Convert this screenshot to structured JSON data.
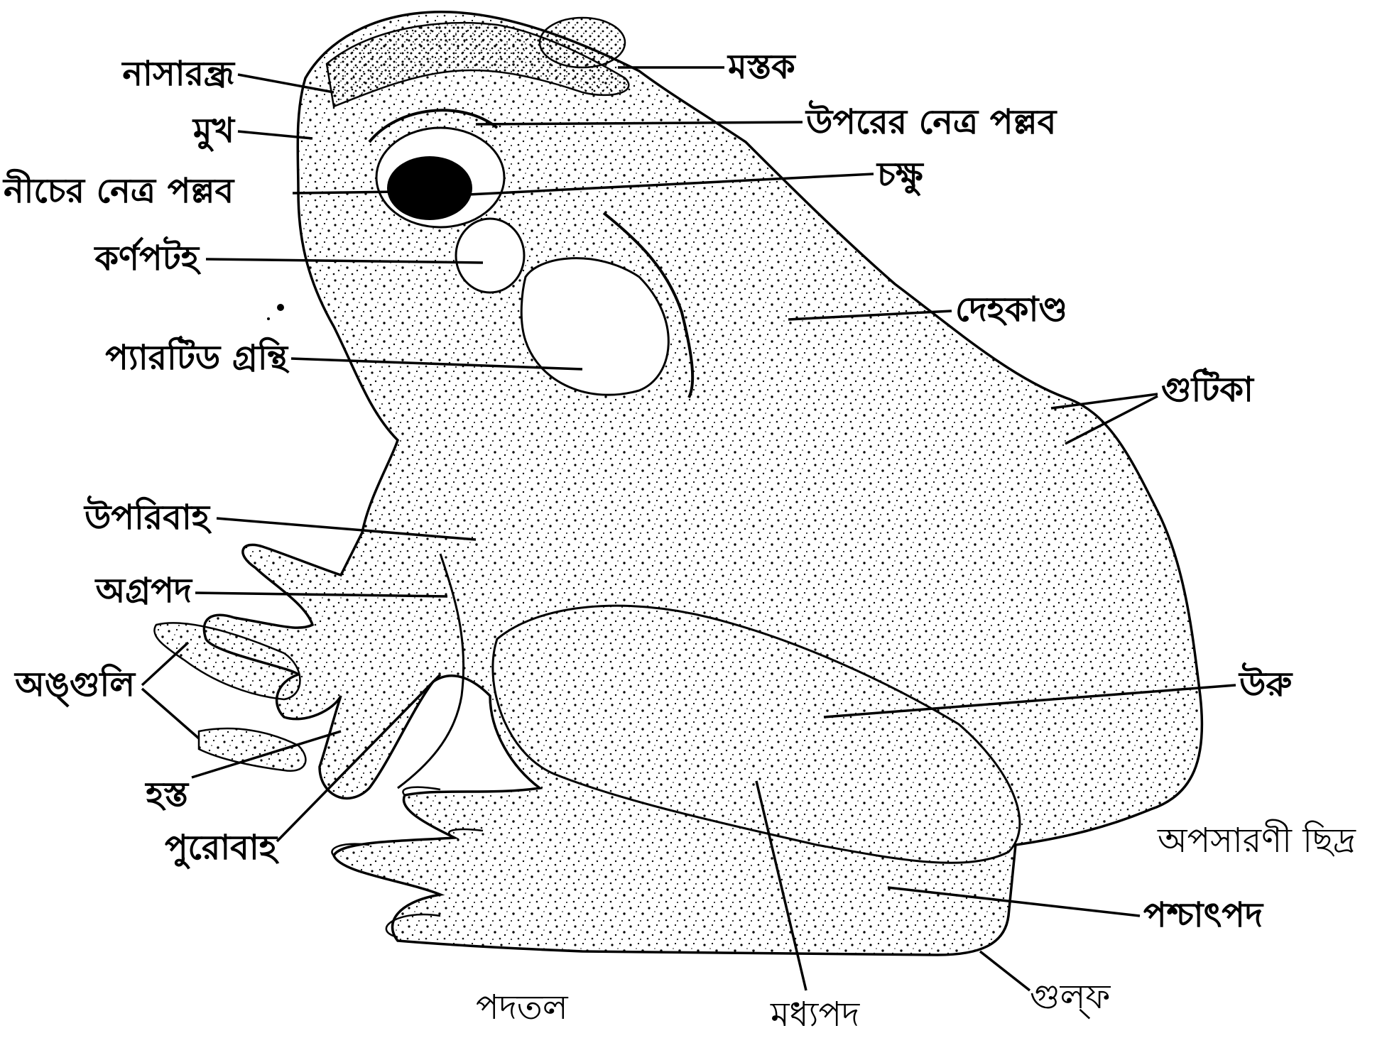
{
  "diagram": {
    "colors": {
      "ink": "#000000",
      "paper": "#ffffff"
    },
    "labels": {
      "nostril": "নাসারন্ধ্র",
      "mouth": "মুখ",
      "lower_eyelid": "নীচের নেত্র পল্লব",
      "tympanum": "কর্ণপটহ",
      "parotid_gland": "প্যারটিড গ্রন্থি",
      "upper_arm": "উপরিবাহ",
      "forefoot": "অগ্রপদ",
      "fingers": "অঙ্গুলি",
      "hand": "হস্ত",
      "forearm": "পুরোবাহ",
      "sole": "পদতল",
      "midfoot": "মধ্যপদ",
      "ankle": "গুল্‌ফ",
      "hindfoot": "পশ্চাৎপদ",
      "cloacal_aperture": "অপসারণী ছিদ্র",
      "thigh": "উরু",
      "warts": "গুটিকা",
      "trunk": "দেহকাণ্ড",
      "eye": "চক্ষু",
      "upper_eyelid": "উপরের নেত্র পল্লব",
      "head": "মস্তক"
    }
  }
}
